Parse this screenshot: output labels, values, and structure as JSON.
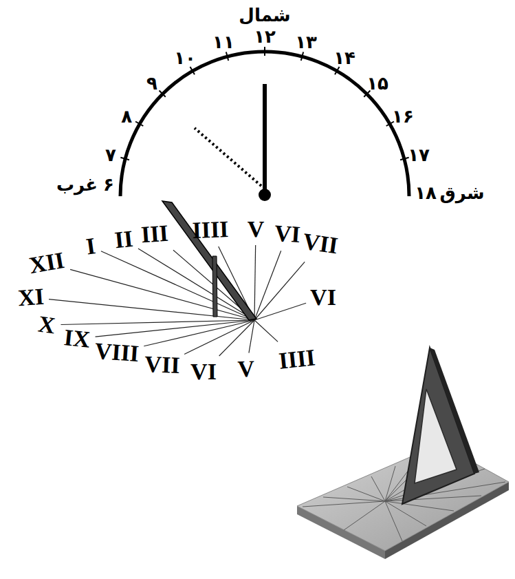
{
  "diagram": {
    "labels": [
      "شمال",
      "۱۲",
      "۱۱",
      "۱۰",
      "۹",
      "۸",
      "۷",
      "۶",
      "غرب",
      "۱۳",
      "۱۴",
      "۱۵",
      "۱۶",
      "۱۷",
      "۱۸",
      "شرق",
      "XII",
      "I",
      "II",
      "III",
      "IIII",
      "V",
      "VI",
      "VII",
      "VI",
      "XI",
      "X",
      "IX",
      "VIII",
      "VII",
      "VI",
      "V",
      "IIII"
    ]
  }
}
